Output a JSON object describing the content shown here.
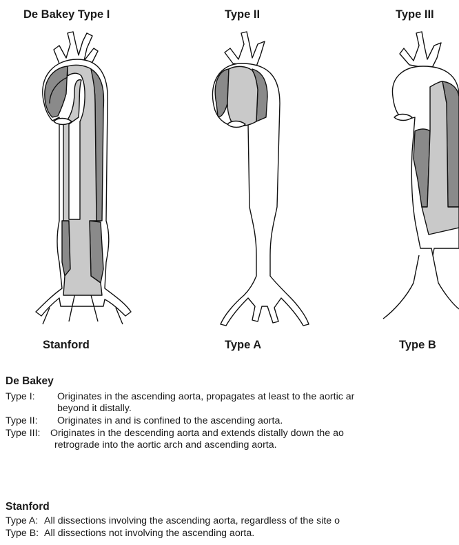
{
  "headers": {
    "debakey_type1": "De Bakey Type I",
    "type2": "Type II",
    "type3": "Type III",
    "stanford": "Stanford",
    "type_a": "Type A",
    "type_b": "Type B"
  },
  "colors": {
    "outline": "#111111",
    "false_lumen": "#8a8a8a",
    "true_lumen": "#c9c9c9",
    "vessel_fill": "#ffffff"
  },
  "debakey": {
    "title": "De Bakey",
    "items": [
      {
        "key": "Type I:",
        "line1": "Originates in the ascending aorta, propagates at least to the aortic ar",
        "line2": "beyond it distally."
      },
      {
        "key": "Type II:",
        "line1": "Originates in and is confined to the ascending aorta."
      },
      {
        "key": "Type III:",
        "line1": "Originates in the descending aorta and extends distally down the ao",
        "line2": "retrograde into the aortic arch and ascending aorta."
      }
    ]
  },
  "stanford": {
    "title": "Stanford",
    "items": [
      {
        "key": "Type A:",
        "line1": "All dissections involving the ascending aorta, regardless of the site o"
      },
      {
        "key": "Type B:",
        "line1": "All dissections not involving the ascending aorta."
      }
    ]
  }
}
